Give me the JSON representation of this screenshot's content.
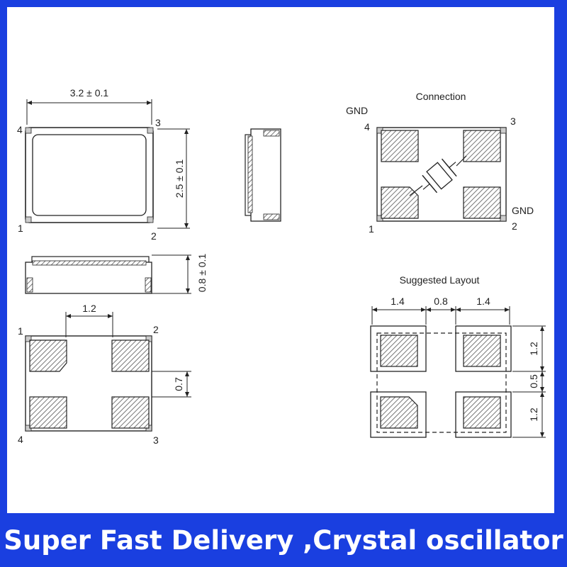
{
  "dimensions": {
    "width_label": "3.2 ± 0.1",
    "height_label": "2.5 ± 0.1",
    "thickness_label": "0.8 ± 0.1",
    "pad_spacing_label": "1.2",
    "pad_height_label": "0.7"
  },
  "pins": {
    "p1": "1",
    "p2": "2",
    "p3": "3",
    "p4": "4"
  },
  "connection": {
    "title": "Connection",
    "gnd": "GND"
  },
  "layout": {
    "title": "Suggested Layout",
    "col_left": "1.4",
    "col_gap": "0.8",
    "col_right": "1.4",
    "row_top": "1.2",
    "row_gap": "0.5",
    "row_bottom": "1.2"
  },
  "banner": {
    "text": "Super Fast Delivery ,Crystal oscillator"
  },
  "colors": {
    "background": "#1a3fe0",
    "banner_text": "#ffffff",
    "line": "#222222",
    "pad_fill": "#777777"
  }
}
